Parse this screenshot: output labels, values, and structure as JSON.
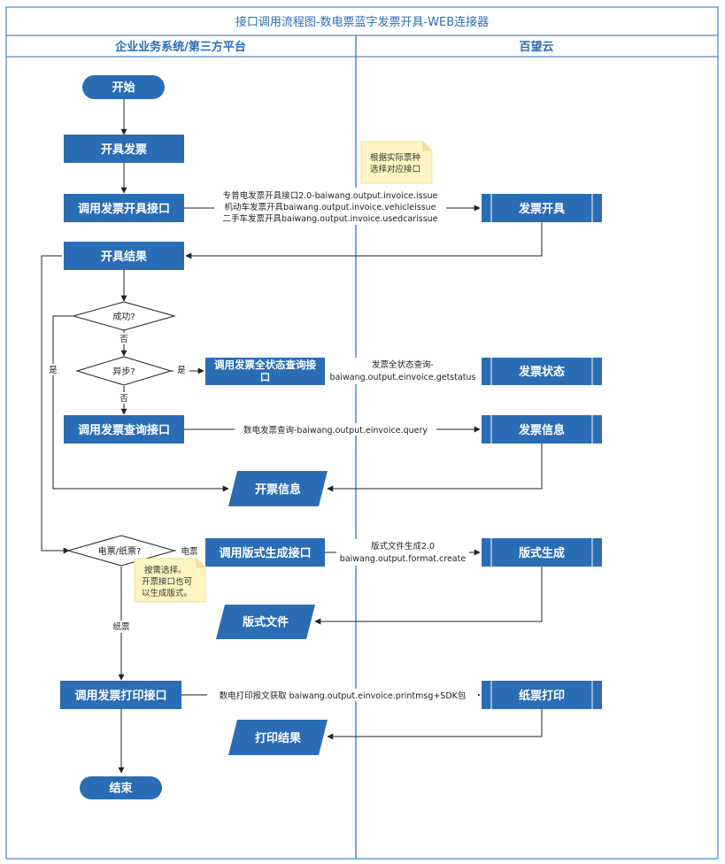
{
  "diagram": {
    "title": "接口调用流程图-数电票蓝字发票开具-WEB连接器",
    "lanes": {
      "left": "企业业务系统/第三方平台",
      "right": "百望云"
    },
    "nodes": {
      "start": "开始",
      "issue_invoice": "开具发票",
      "call_issue_api": "调用发票开具接口",
      "issue_result": "开具结果",
      "success_q": "成功?",
      "async_q": "异步?",
      "call_status_api_l1": "调用发票全状态查询接",
      "call_status_api_l2": "口",
      "call_query_api": "调用发票查询接口",
      "invoice_info_doc": "开票信息",
      "elec_paper_q": "电票/纸票?",
      "call_format_api": "调用版式生成接口",
      "format_file_doc": "版式文件",
      "call_print_api": "调用发票打印接口",
      "print_result_doc": "打印结果",
      "end": "结束",
      "r_issue": "发票开具",
      "r_status": "发票状态",
      "r_info": "发票信息",
      "r_format": "版式生成",
      "r_print": "纸票打印"
    },
    "notes": {
      "select_api_l1": "根据实际票种",
      "select_api_l2": "选择对应接口",
      "optional_l1": "按需选择。",
      "optional_l2": "开票接口也可",
      "optional_l3": "以生成版式。"
    },
    "edge_labels": {
      "issue_l1": "专普电发票开具接口2.0-baiwang.output.invoice.issue",
      "issue_l2": "机动车发票开具baiwang.output.invoice.vehicleissue",
      "issue_l3": "二手车发票开具baiwang.output.invoice.usedcarissue",
      "no1": "否",
      "yes_success": "是",
      "yes_async": "是",
      "no2": "否",
      "status_l1": "发票全状态查询-",
      "status_l2": "baiwang.output.einvoice.getstatus",
      "query": "数电发票查询-baiwang.output.einvoice.query",
      "elec": "电票",
      "format_l1": "版式文件生成2.0",
      "format_l2": "baiwang.output.format.create",
      "paper": "纸票",
      "print": "数电打印报文获取 baiwang.output.einvoice.printmsg+SDK包"
    },
    "colors": {
      "box": "#2a6db5",
      "note": "#fff5c2",
      "line": "#222222",
      "lane_border": "#2a6db5"
    }
  }
}
